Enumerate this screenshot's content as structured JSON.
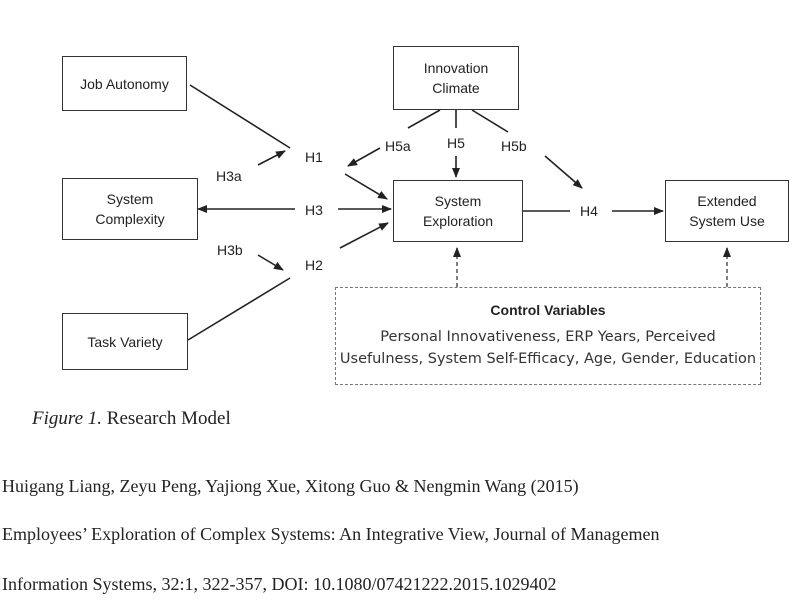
{
  "diagram": {
    "nodes": {
      "job_autonomy": [
        "Job Autonomy"
      ],
      "system_complexity": [
        "System",
        "Complexity"
      ],
      "task_variety": [
        "Task Variety"
      ],
      "innovation_climate": [
        "Innovation",
        "Climate"
      ],
      "system_exploration": [
        "System",
        "Exploration"
      ],
      "extended_use": [
        "Extended",
        "System Use"
      ]
    },
    "hypotheses": {
      "h1": "H1",
      "h2": "H2",
      "h3": "H3",
      "h3a": "H3a",
      "h3b": "H3b",
      "h4": "H4",
      "h5": "H5",
      "h5a": "H5a",
      "h5b": "H5b"
    },
    "controls": {
      "title": "Control Variables",
      "line1": "Personal Innovativeness, ERP Years, Perceived",
      "line2": "Usefulness, System Self-Efficacy, Age, Gender, Education"
    }
  },
  "caption": {
    "label": "Figure 1.",
    "text": "Research Model"
  },
  "citation": {
    "line1": "Huigang Liang, Zeyu Peng, Yajiong Xue, Xitong Guo & Nengmin Wang (2015)",
    "line2": "Employees’ Exploration of Complex Systems: An Integrative View, Journal of Managemen",
    "line3": "Information Systems, 32:1, 322-357, DOI: 10.1080/07421222.2015.1029402"
  }
}
